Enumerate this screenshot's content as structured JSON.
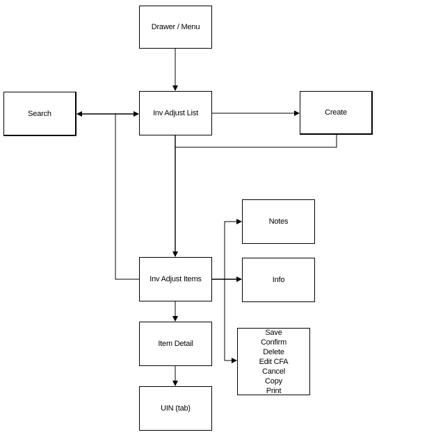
{
  "nodes": {
    "drawer": "Drawer / Menu",
    "inv_adjust_list": "Inv Adjust List",
    "search": "Search",
    "create": "Create",
    "notes": "Notes",
    "inv_adjust_items": "Inv Adjust Items",
    "info": "Info",
    "item_detail": "Item Detail",
    "uin": "UIN (tab)"
  },
  "actions": [
    "Save",
    "Confirm",
    "Delete",
    "Edit CFA",
    "Cancel",
    "Copy",
    "Print"
  ],
  "colors": {
    "line": "#000000",
    "box_border": "#000000",
    "background": "#ffffff"
  }
}
